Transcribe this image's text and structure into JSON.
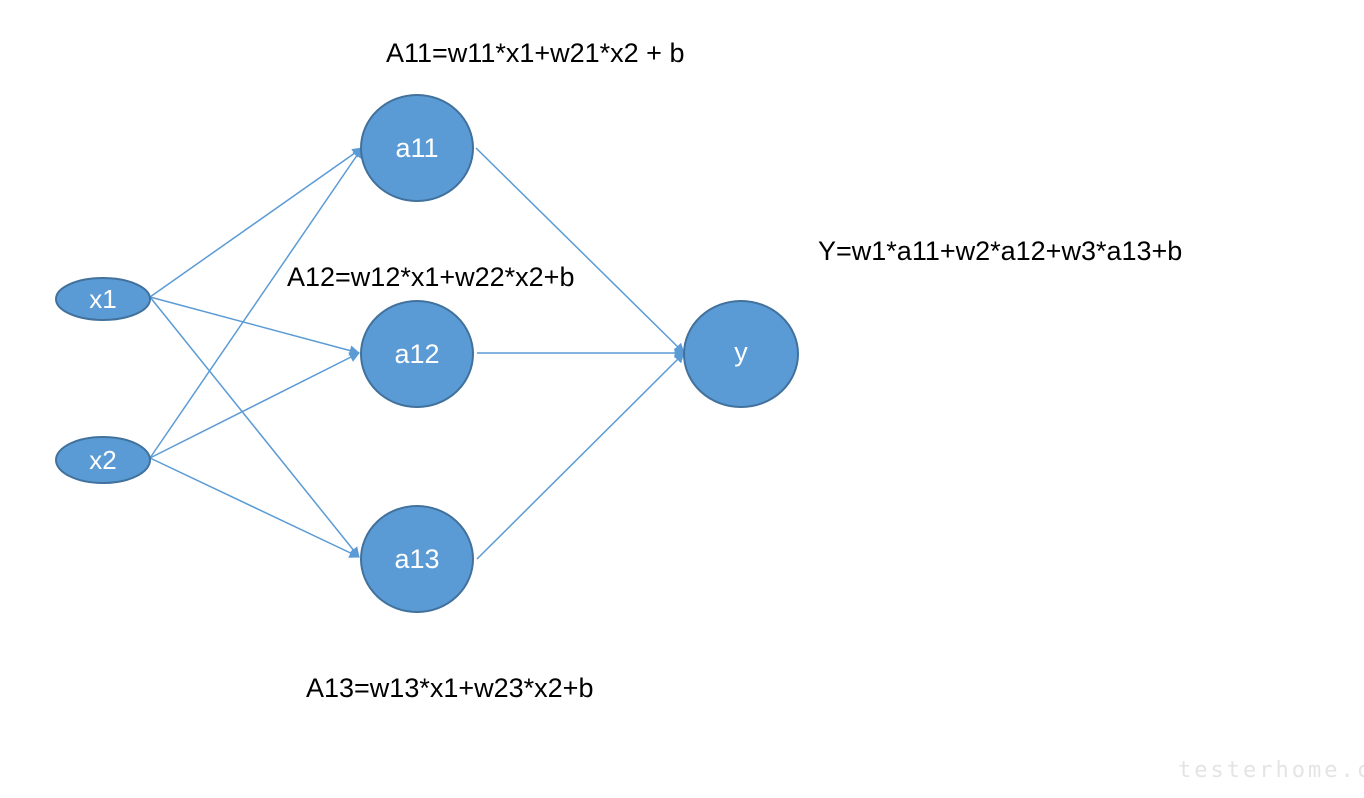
{
  "diagram": {
    "type": "neural-network",
    "colors": {
      "node_fill": "#5b9bd5",
      "node_border": "#41719c",
      "edge": "#5b9bd5",
      "label": "#ffffff",
      "formula_text": "#000000"
    },
    "nodes": {
      "x1": "x1",
      "x2": "x2",
      "a11": "a11",
      "a12": "a12",
      "a13": "a13",
      "y": "y"
    },
    "edges": [
      {
        "from": "x1",
        "to": "a11"
      },
      {
        "from": "x1",
        "to": "a12"
      },
      {
        "from": "x1",
        "to": "a13"
      },
      {
        "from": "x2",
        "to": "a11"
      },
      {
        "from": "x2",
        "to": "a12"
      },
      {
        "from": "x2",
        "to": "a13"
      },
      {
        "from": "a11",
        "to": "y"
      },
      {
        "from": "a12",
        "to": "y"
      },
      {
        "from": "a13",
        "to": "y"
      }
    ],
    "formulas": {
      "a11": "A11=w11*x1+w21*x2 + b",
      "a12": "A12=w12*x1+w22*x2+b",
      "a13": "A13=w13*x1+w23*x2+b",
      "y": "Y=w1*a11+w2*a12+w3*a13+b"
    }
  },
  "watermark": {
    "text": "testerhome.com"
  }
}
